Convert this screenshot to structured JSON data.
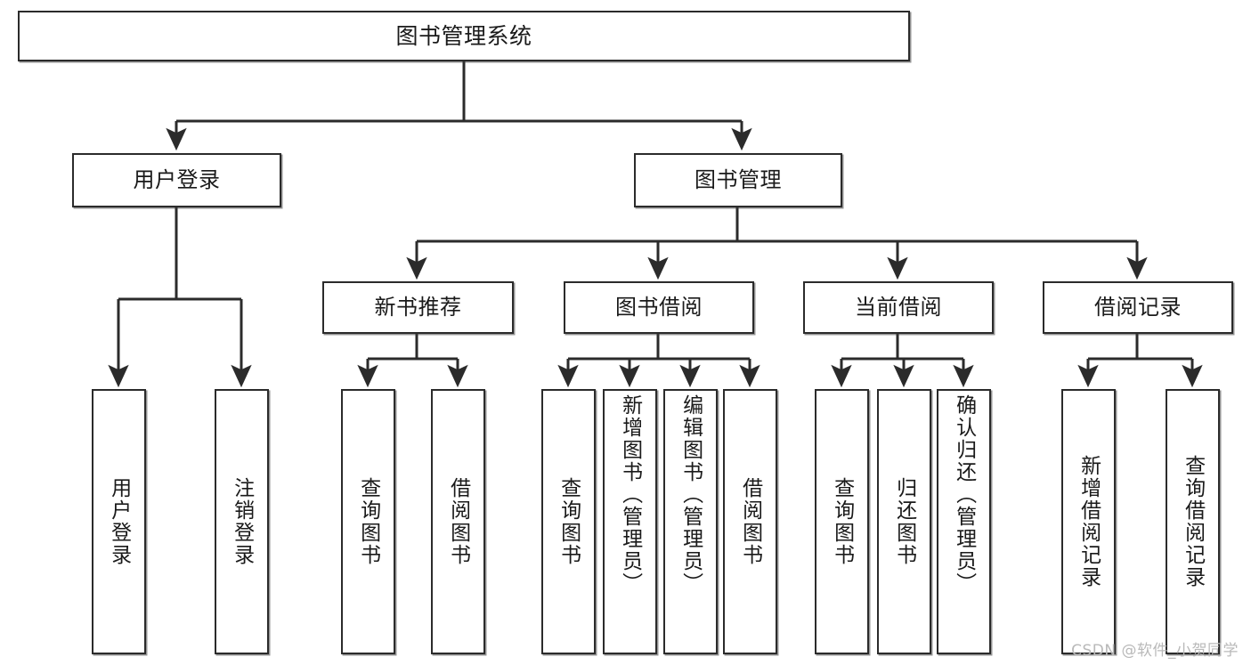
{
  "diagram": {
    "title": "图书管理系统",
    "type": "tree-hierarchy",
    "watermark": "CSDN @软件_小贺同学",
    "colors": {
      "box_border": "#2b2b2b",
      "box_fill": "#ffffff",
      "edge": "#2b2b2b",
      "text": "#1a1a1a",
      "watermark": "#b9b9b9",
      "background": "#ffffff"
    },
    "nodes": {
      "root": {
        "label": "图书管理系统"
      },
      "level1": [
        {
          "id": "user-login",
          "label": "用户登录"
        },
        {
          "id": "book-manage",
          "label": "图书管理"
        }
      ],
      "level2": [
        {
          "id": "new-book-recommend",
          "label": "新书推荐"
        },
        {
          "id": "book-borrow",
          "label": "图书借阅"
        },
        {
          "id": "current-borrow",
          "label": "当前借阅"
        },
        {
          "id": "borrow-record",
          "label": "借阅记录"
        }
      ],
      "leaves": {
        "user_login": [
          {
            "id": "leaf-user-login",
            "label": "用户登录"
          },
          {
            "id": "leaf-logout-login",
            "label": "注销登录"
          }
        ],
        "new_book_recommend": [
          {
            "id": "leaf-query-book-1",
            "label": "查询图书"
          },
          {
            "id": "leaf-borrow-book-1",
            "label": "借阅图书"
          }
        ],
        "book_borrow": [
          {
            "id": "leaf-query-book-2",
            "label": "查询图书"
          },
          {
            "id": "leaf-add-book",
            "label": "新增图书（管理员）"
          },
          {
            "id": "leaf-edit-book",
            "label": "编辑图书（管理员）"
          },
          {
            "id": "leaf-borrow-book-2",
            "label": "借阅图书"
          }
        ],
        "current_borrow": [
          {
            "id": "leaf-query-book-3",
            "label": "查询图书"
          },
          {
            "id": "leaf-return-book",
            "label": "归还图书"
          },
          {
            "id": "leaf-confirm-return",
            "label": "确认归还（管理员）"
          }
        ],
        "borrow_record": [
          {
            "id": "leaf-add-record",
            "label": "新增借阅记录"
          },
          {
            "id": "leaf-query-record",
            "label": "查询借阅记录"
          }
        ]
      }
    }
  }
}
